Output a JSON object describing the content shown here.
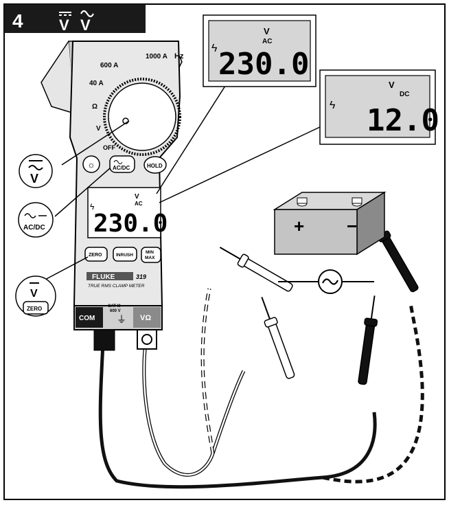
{
  "header": {
    "step_number": "4",
    "modes": [
      "V̄",
      "Ṽ"
    ]
  },
  "dial": {
    "hz": "Hz",
    "a1000": "1000 A",
    "a600": "600 A",
    "a40": "40 A",
    "ohm": "Ω",
    "v": "V",
    "off": "OFF"
  },
  "buttons": {
    "acdc": "AC/DC",
    "hold": "HOLD",
    "zero": "ZERO",
    "inrush": "INRUSH",
    "min": "MIN",
    "max": "MAX"
  },
  "meter": {
    "display_value": "230.0",
    "display_unit": "V",
    "display_sub": "AC",
    "brand": "FLUKE",
    "model": "319",
    "subtitle": "TRUE RMS CLAMP METER",
    "cat": "CAT III",
    "cat_voltage": "600 V",
    "jack_com": "COM",
    "jack_v": "VΩ"
  },
  "callouts": {
    "ac_reading": {
      "value": "230.0",
      "unit": "V",
      "sub": "AC"
    },
    "dc_reading": {
      "value": "12.0",
      "unit": "V",
      "sub": "DC"
    },
    "v_mode_label": "V",
    "acdc_label": "AC/DC",
    "zero_v": "V",
    "zero_label": "ZERO"
  },
  "battery": {
    "plus": "+",
    "minus": "−"
  }
}
